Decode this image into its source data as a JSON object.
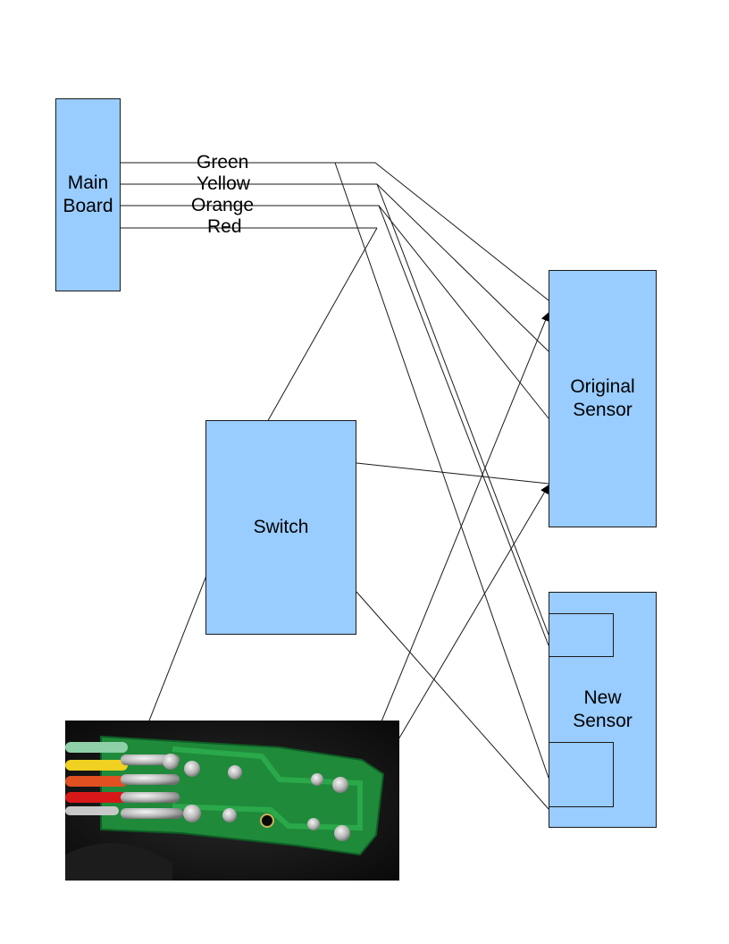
{
  "boxes": {
    "main_board": "Main\nBoard",
    "switch": "Switch",
    "original_sensor": "Original\nSensor",
    "new_sensor": "New\nSensor"
  },
  "wire_labels": [
    "Green",
    "Yellow",
    "Orange",
    "Red"
  ],
  "colors": {
    "box_fill": "#99ccff",
    "line": "#1a1a1a",
    "pcb_green": "#1f8a3a",
    "wire_green": "#8fd0a8",
    "wire_yellow": "#f0d020",
    "wire_orange": "#e05020",
    "wire_red": "#d81818"
  }
}
